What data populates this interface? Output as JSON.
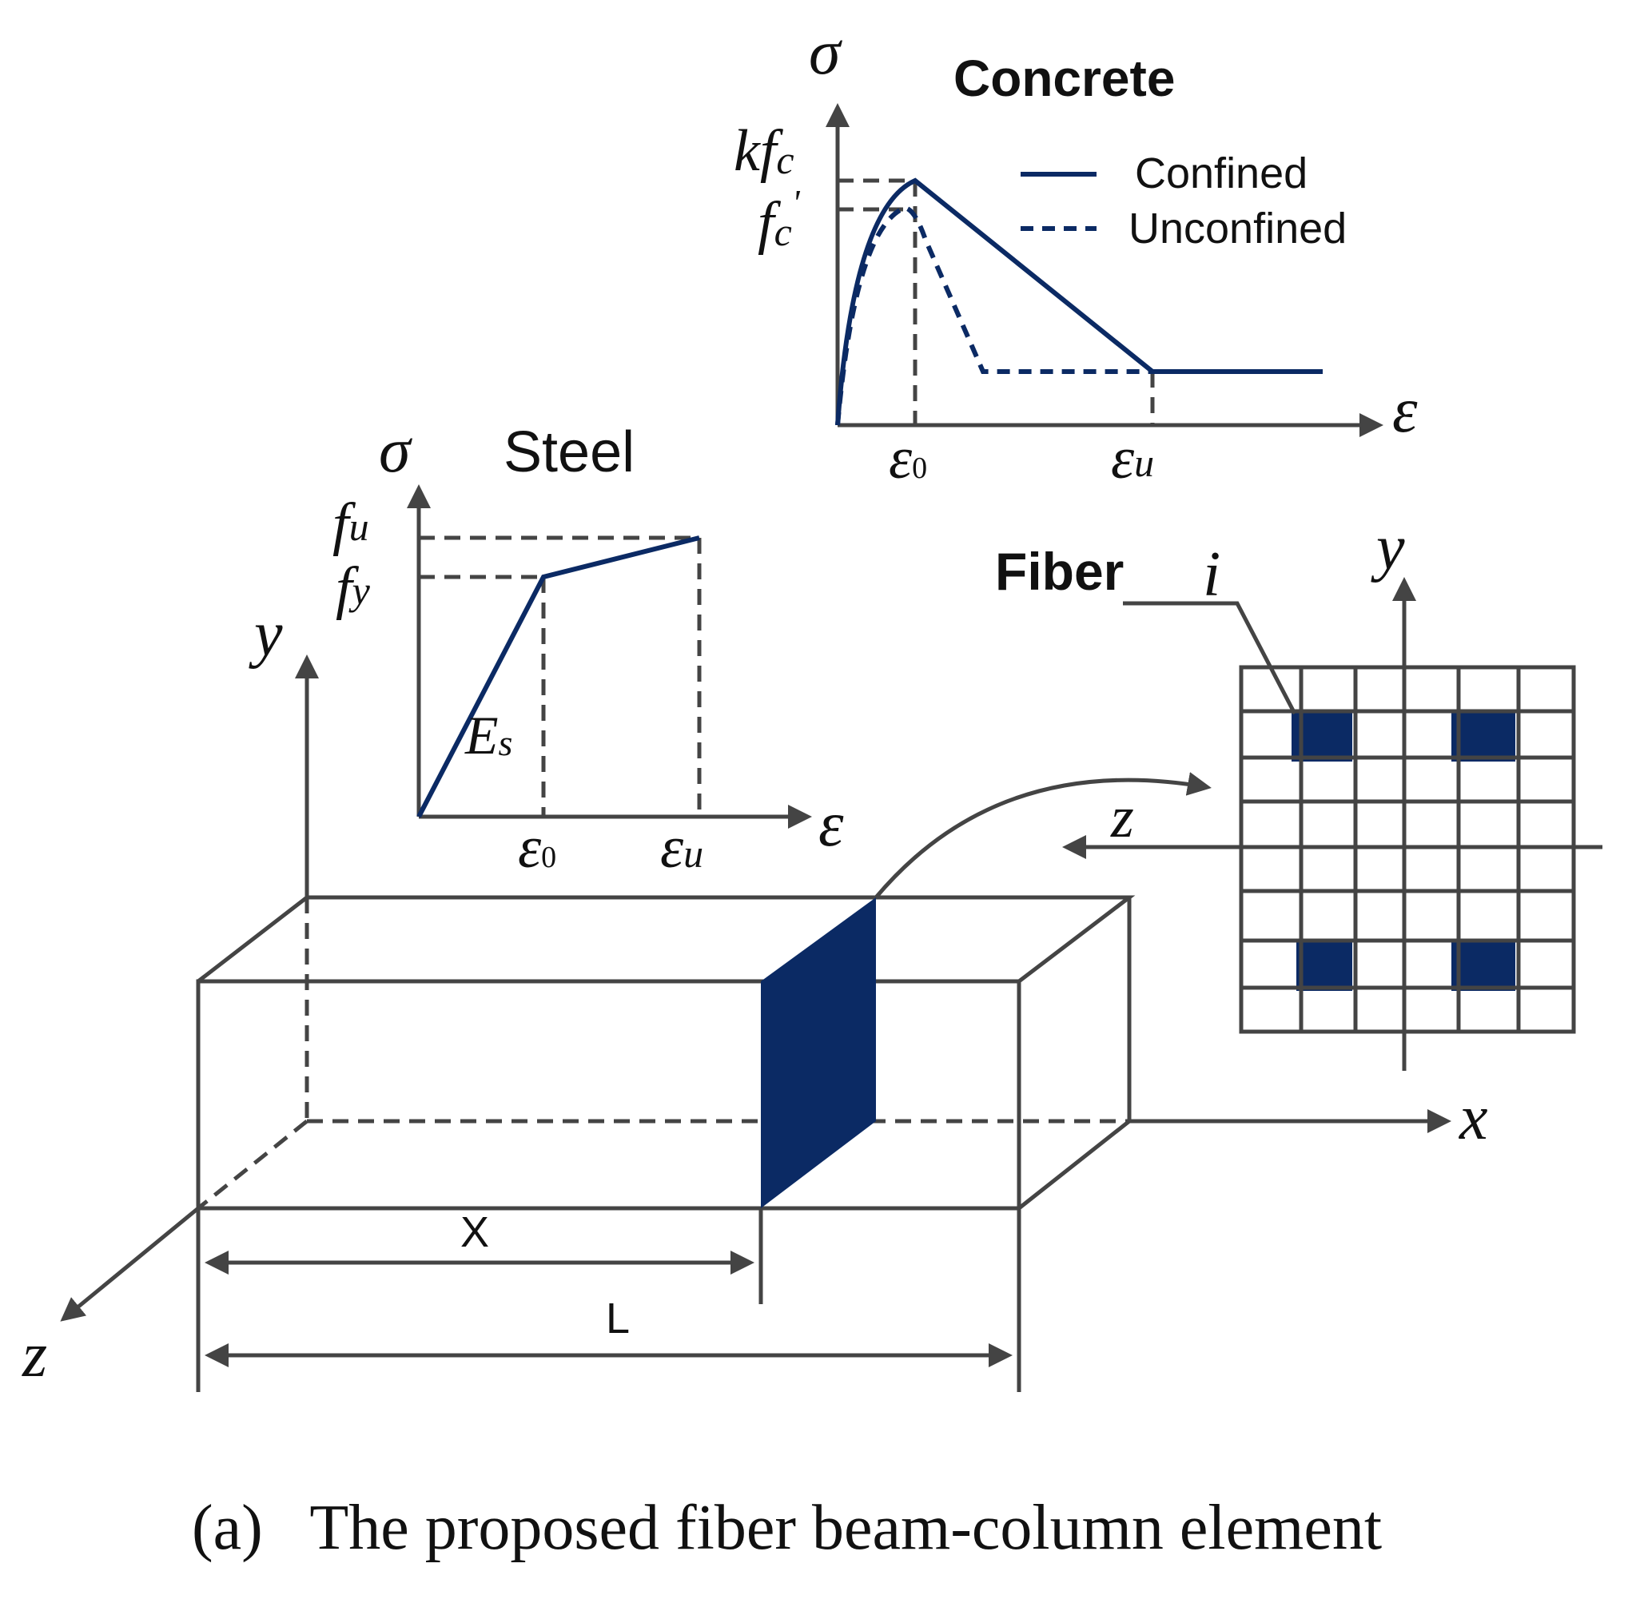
{
  "colors": {
    "fiber_fill": "#0b2a64",
    "line": "#444444",
    "text": "#111111"
  },
  "concrete": {
    "title": "Concrete",
    "y_axis": "σ",
    "x_axis": "ε",
    "kfc_k": "kf",
    "kfc_sub": "c",
    "fc": "f",
    "fc_sub": "c",
    "fc_prime": "'",
    "eps0": "ε",
    "eps0_sub": "0",
    "epsu": "ε",
    "epsu_sub": "u",
    "legend": {
      "confined": "Confined",
      "unconfined": "Unconfined"
    }
  },
  "steel": {
    "title": "Steel",
    "y_axis": "σ",
    "x_axis": "ε",
    "fu": "f",
    "fu_sub": "u",
    "fy": "f",
    "fy_sub": "y",
    "es": "E",
    "es_sub": "s",
    "eps0": "ε",
    "eps0_sub": "0",
    "epsu": "ε",
    "epsu_sub": "u"
  },
  "section": {
    "fiber_label": "Fiber",
    "fiber_index": "i",
    "y_axis": "y",
    "z_axis": "z"
  },
  "beam": {
    "y_axis": "y",
    "x_axis": "x",
    "z_axis": "z",
    "dim_x": "X",
    "dim_l": "L"
  },
  "caption": "(a)   The proposed fiber beam-column element"
}
